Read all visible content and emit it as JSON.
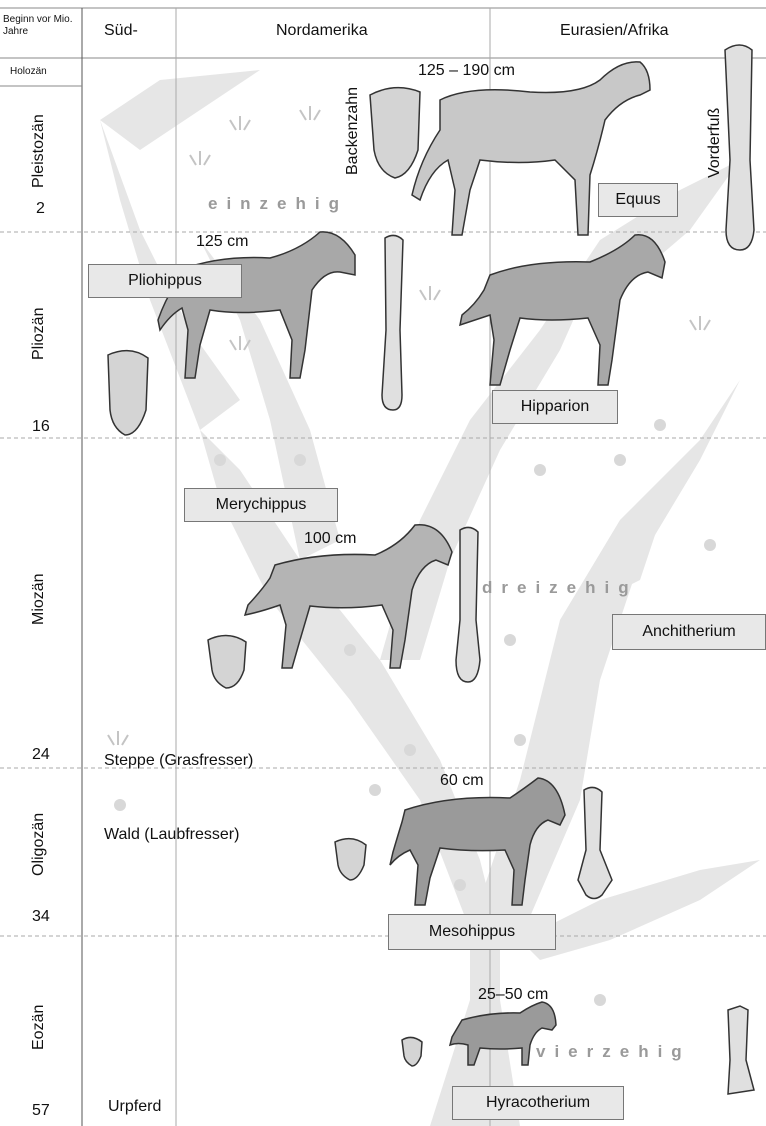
{
  "header": {
    "time_label": "Beginn vor Mio. Jahre",
    "col_south": "Süd-",
    "col_north": "Nordamerika",
    "col_eurasia": "Eurasien/Afrika"
  },
  "eras": [
    {
      "name": "Holozän",
      "start": ""
    },
    {
      "name": "Pleistozän",
      "start": "2"
    },
    {
      "name": "Pliozän",
      "start": "16"
    },
    {
      "name": "Miozän",
      "start": "24"
    },
    {
      "name": "Oligozän",
      "start": "34"
    },
    {
      "name": "Eozän",
      "start": "57"
    }
  ],
  "labels": {
    "backenzahn": "Backenzahn",
    "vorderfuss": "Vorderfuß",
    "einzehig": "einzehig",
    "dreizehig": "dreizehig",
    "vierzehig": "vierzehig",
    "steppe": "Steppe (Grasfresser)",
    "wald": "Wald (Laubfresser)",
    "urpferd": "Urpferd"
  },
  "species": {
    "equus": {
      "name": "Equus",
      "size": "125 – 190 cm"
    },
    "pliohippus": {
      "name": "Pliohippus",
      "size": "125 cm"
    },
    "hipparion": {
      "name": "Hipparion"
    },
    "merychippus": {
      "name": "Merychippus",
      "size": "100 cm"
    },
    "anchitherium": {
      "name": "Anchitherium"
    },
    "mesohippus": {
      "name": "Mesohippus",
      "size": "60 cm"
    },
    "hyracotherium": {
      "name": "Hyracotherium",
      "size": "25–50 cm"
    }
  },
  "colors": {
    "tree": "#e6e6e6",
    "horse_body": "#9a9a9a",
    "horse_light": "#c8c8c8",
    "grid": "#aaaaaa",
    "box_fill": "#e8e8e8"
  }
}
